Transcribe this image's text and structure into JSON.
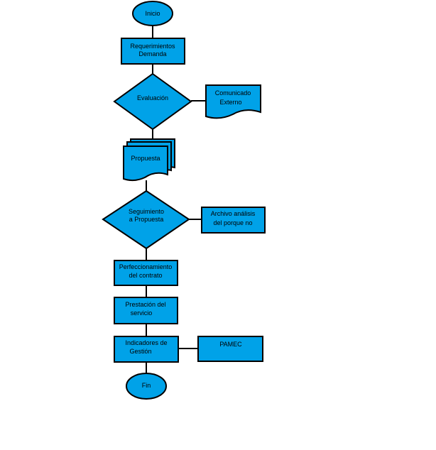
{
  "diagram": {
    "nodes": {
      "inicio": {
        "label": "Inicio"
      },
      "requerimientos": {
        "line1": "Requerimientos",
        "line2": "Demanda"
      },
      "evaluacion": {
        "label": "Evaluación"
      },
      "comunicado": {
        "line1": "Comunicado",
        "line2": "Externo"
      },
      "propuesta": {
        "label": "Propuesta"
      },
      "seguimiento": {
        "line1": "Seguimiento",
        "line2": "a Propuesta"
      },
      "archivo": {
        "line1": "Archivo análisis",
        "line2": "del porque no"
      },
      "perfeccionamiento": {
        "line1": "Perfeccionamiento",
        "line2": "del contrato"
      },
      "prestacion": {
        "line1": "Prestación del",
        "line2": "servicio"
      },
      "indicadores": {
        "line1": "Indicadores de",
        "line2": "Gestión"
      },
      "pamec": {
        "label": "PAMEC"
      },
      "fin": {
        "label": "Fin"
      }
    },
    "colors": {
      "fill": "#00a2e8",
      "stroke": "#000000"
    }
  }
}
